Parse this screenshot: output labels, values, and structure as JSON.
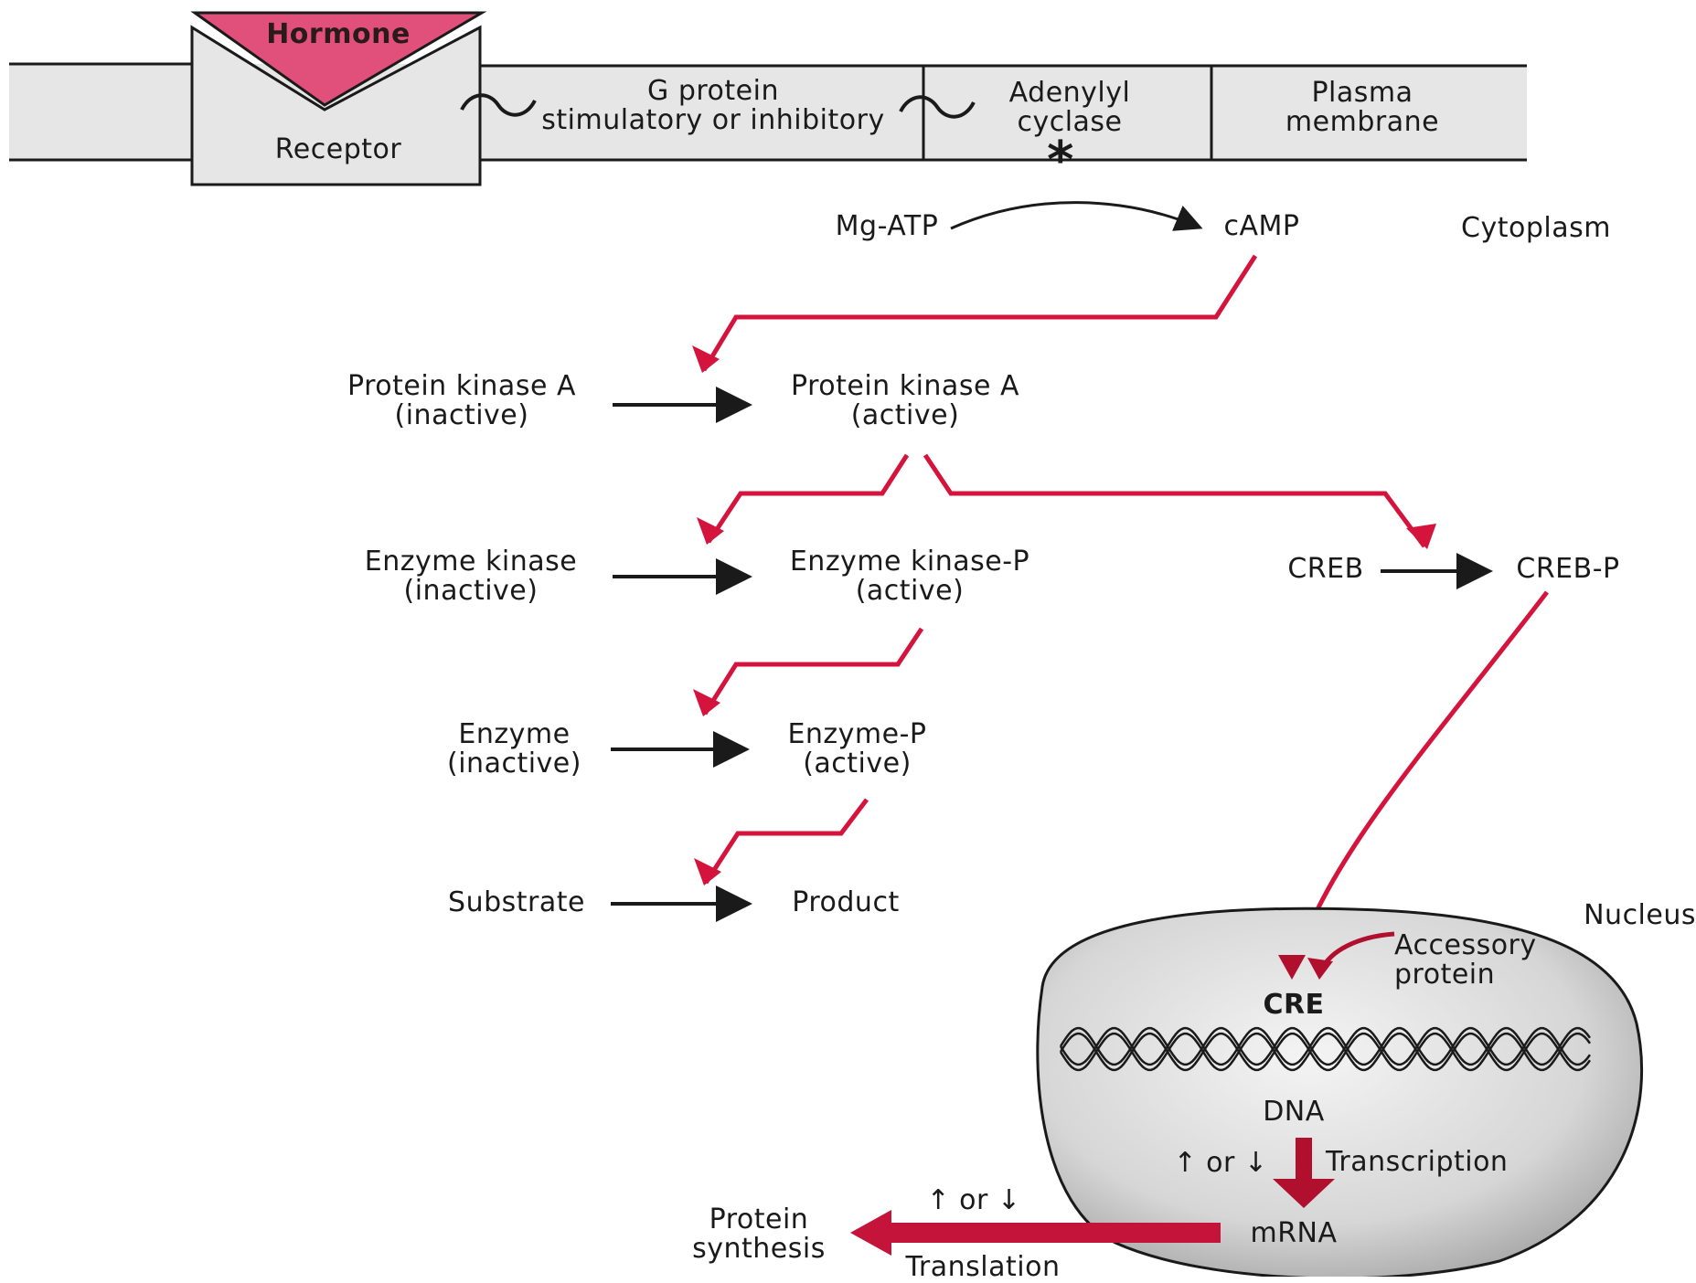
{
  "colors": {
    "pathway_red": "#d4143c",
    "dark_red": "#b0102e",
    "membrane_fill": "#e6e6e6",
    "hormone_fill": "#e1507a",
    "nucleus_fill": "#d2d2d2",
    "text": "#1a1a1a"
  },
  "membrane": {
    "hormone": "Hormone",
    "receptor": "Receptor",
    "g_protein_line1": "G protein",
    "g_protein_line2": "stimulatory or inhibitory",
    "cyclase_line1": "Adenylyl",
    "cyclase_line2": "cyclase",
    "activation_mark": "*",
    "plasma_line1": "Plasma",
    "plasma_line2": "membrane",
    "coupling_symbol": "~"
  },
  "reaction": {
    "substrate": "Mg-ATP",
    "product": "cAMP",
    "compartment": "Cytoplasm"
  },
  "cascade": {
    "pka_inactive": [
      "Protein kinase A",
      "(inactive)"
    ],
    "pka_active": [
      "Protein kinase A",
      "(active)"
    ],
    "ek_inactive": [
      "Enzyme kinase",
      "(inactive)"
    ],
    "ek_active": [
      "Enzyme kinase-P",
      "(active)"
    ],
    "enzyme_inactive": [
      "Enzyme",
      "(inactive)"
    ],
    "enzyme_active": [
      "Enzyme-P",
      "(active)"
    ],
    "substrate": "Substrate",
    "product": "Product"
  },
  "creb": {
    "creb": "CREB",
    "creb_p": "CREB-P"
  },
  "nucleus": {
    "title": "Nucleus",
    "accessory_line1": "Accessory",
    "accessory_line2": "protein",
    "cre": "CRE",
    "dna": "DNA",
    "updown_transcription": "↑ or ↓",
    "transcription": "Transcription",
    "mrna": "mRNA"
  },
  "translation": {
    "updown": "↑ or ↓",
    "label": "Translation",
    "protein_line1": "Protein",
    "protein_line2": "synthesis"
  }
}
